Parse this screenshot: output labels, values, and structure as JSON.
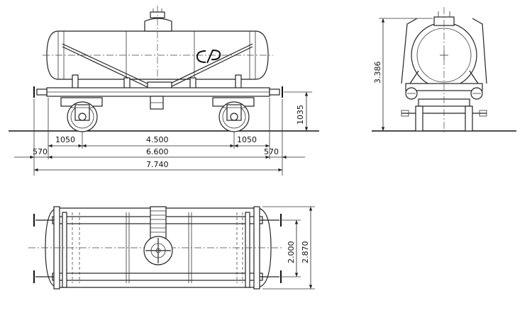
{
  "logo": {
    "text": "CP"
  },
  "side_view": {
    "dimensions": {
      "axle_overhang_left": "1050",
      "wheelbase": "4.500",
      "axle_overhang_right": "1050",
      "buffer_left": "570",
      "frame_length": "6.600",
      "buffer_right": "570",
      "overall_length": "7.740",
      "buffer_height": "1035"
    }
  },
  "end_view": {
    "dimensions": {
      "overall_height": "3.386"
    }
  },
  "plan_view": {
    "dimensions": {
      "gauge_width": "2.000",
      "overall_width": "2.870"
    }
  }
}
